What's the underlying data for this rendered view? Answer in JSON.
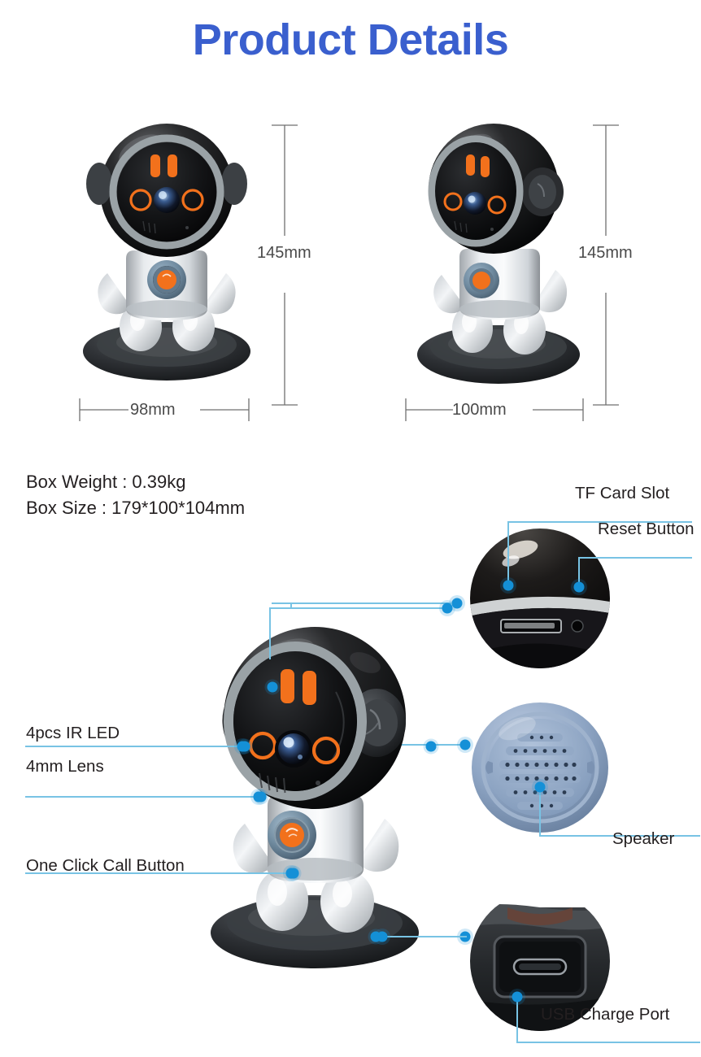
{
  "page": {
    "title": "Product Details",
    "title_color": "#3a5fce",
    "background": "#ffffff",
    "accent_dot_color": "#1590d8",
    "connector_line_color": "#78c3e4",
    "dimension_line_color": "#6f6f6f"
  },
  "dimensions": {
    "front_view": {
      "height_label": "145mm",
      "width_label": "98mm"
    },
    "angle_view": {
      "height_label": "145mm",
      "width_label": "100mm"
    }
  },
  "specs": {
    "weight_line": "Box Weight : 0.39kg",
    "size_line": "Box Size : 179*100*104mm"
  },
  "callouts": {
    "tf_card_slot": "TF Card Slot",
    "reset_button": "Reset Button",
    "speaker": "Speaker",
    "usb_charge_port": "USB Charge Port",
    "ir_led": "4pcs IR LED",
    "lens": "4mm Lens",
    "call_button": "One Click Call Button"
  },
  "product": {
    "name": "robot-wifi-camera",
    "colors": {
      "head_black": "#121212",
      "head_highlight": "#5a5a5a",
      "visor_rim": "#9aa2a6",
      "body_silver": "#d9dde0",
      "base_dark": "#2e3134",
      "accent_orange": "#f2711c",
      "button_blue": "#7f98ad",
      "speaker_blue": "#8fa8c8"
    }
  }
}
